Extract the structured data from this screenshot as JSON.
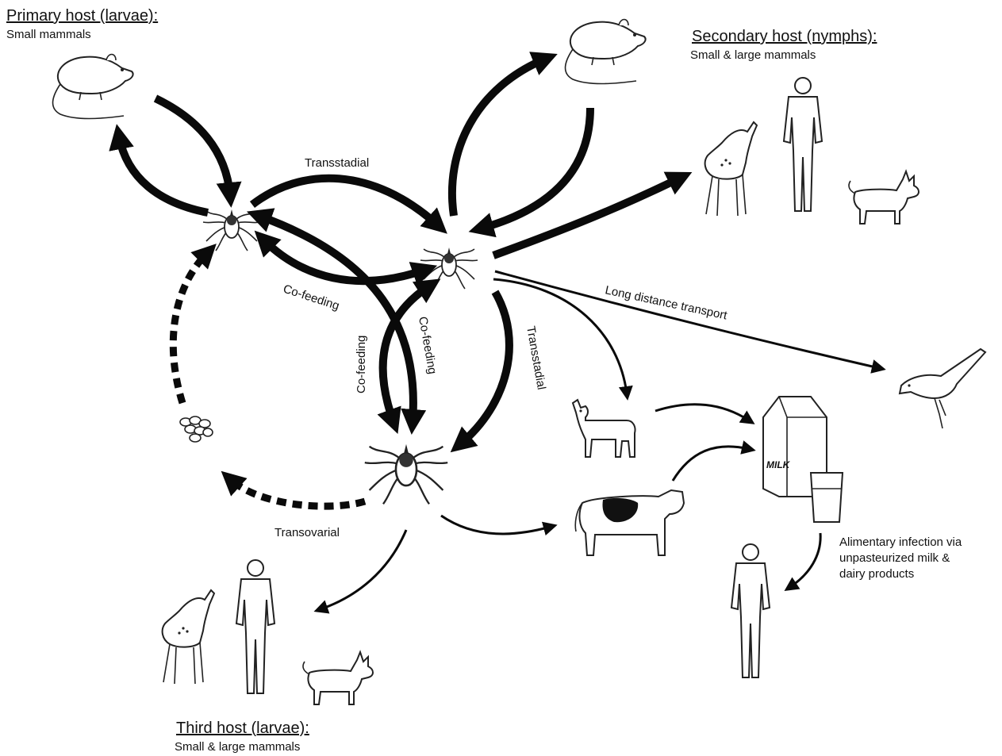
{
  "primary_host": {
    "title": "Primary host (larvae):",
    "subtitle": "Small mammals"
  },
  "secondary_host": {
    "title": "Secondary host (nymphs):",
    "subtitle": "Small & large mammals"
  },
  "third_host": {
    "title": "Third host (larvae):",
    "subtitle": "Small & large  mammals"
  },
  "labels": {
    "transstadial_top": "Transstadial",
    "transstadial_right": "Transstadial",
    "cofeeding_left": "Co-feeding",
    "cofeeding_vertical_1": "Co-feeding",
    "cofeeding_vertical_2": "Co-feeding",
    "transovarial": "Transovarial",
    "long_distance": "Long distance transport",
    "milk_carton": "MILK"
  },
  "alimentary": {
    "line1": "Alimentary infection via",
    "line2": "unpasteurized milk &",
    "line3": "dairy products"
  },
  "colors": {
    "ink": "#0a0a0a",
    "background": "#ffffff"
  }
}
